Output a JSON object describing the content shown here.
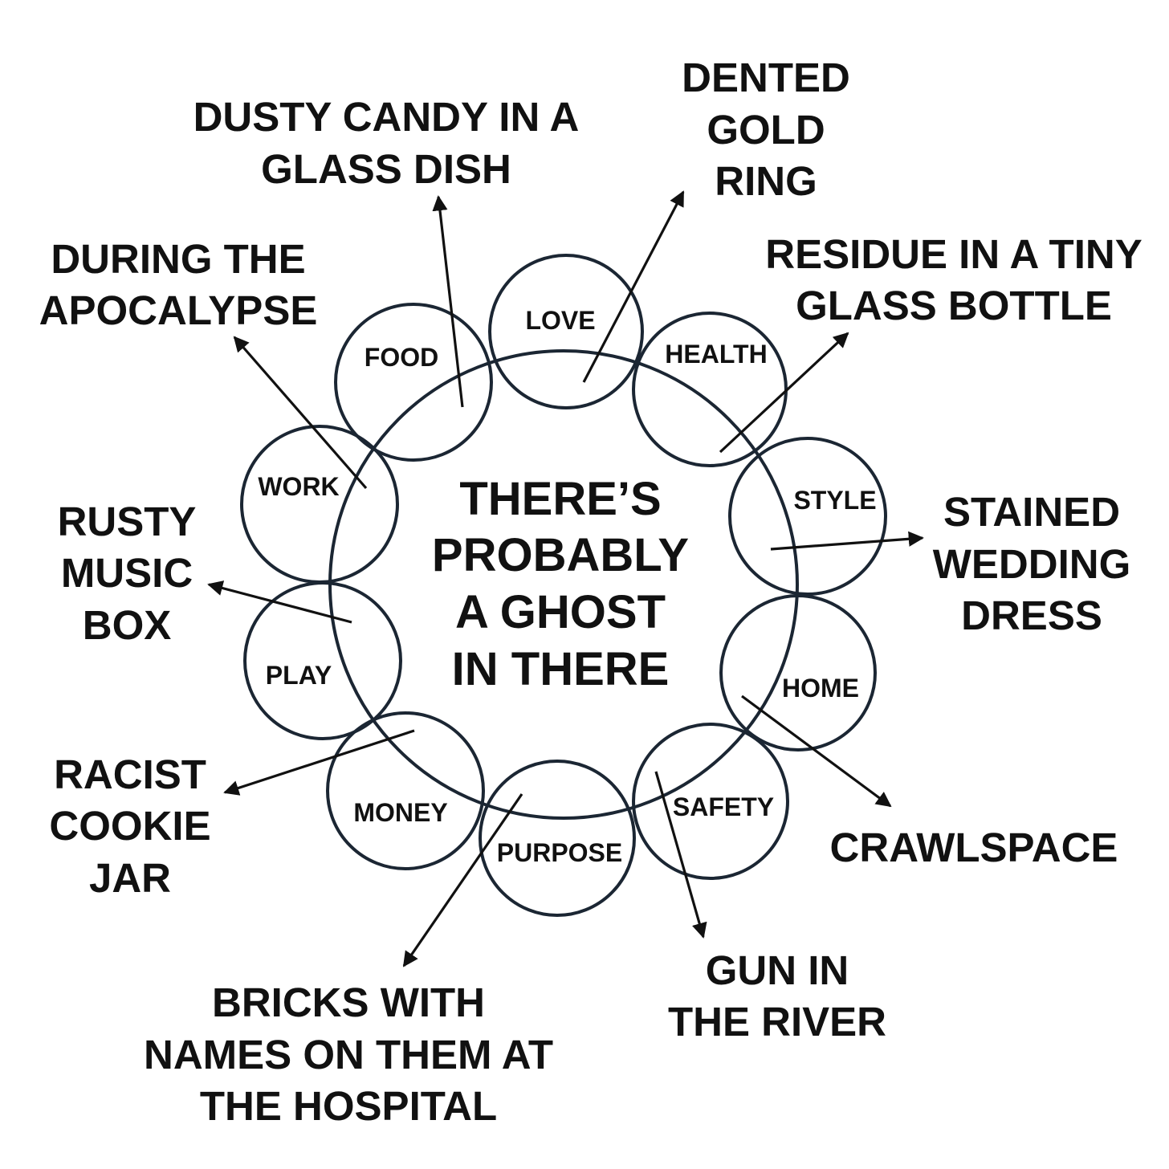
{
  "center_text": [
    "THERE’S",
    "PROBABLY",
    "A GHOST",
    "IN THERE"
  ],
  "circles": [
    "LOVE",
    "HEALTH",
    "STYLE",
    "HOME",
    "SAFETY",
    "PURPOSE",
    "MONEY",
    "PLAY",
    "WORK",
    "FOOD"
  ],
  "annotations": [
    [
      "DENTED",
      "GOLD",
      "RING"
    ],
    [
      "RESIDUE IN A TINY",
      "GLASS BOTTLE"
    ],
    [
      "STAINED",
      "WEDDING",
      "DRESS"
    ],
    [
      "CRAWLSPACE"
    ],
    [
      "GUN IN",
      "THE RIVER"
    ],
    [
      "BRICKS WITH",
      "NAMES ON THEM AT",
      "THE HOSPITAL"
    ],
    [
      "RACIST",
      "COOKIE",
      "JAR"
    ],
    [
      "RUSTY",
      "MUSIC",
      "BOX"
    ],
    [
      "DURING THE",
      "APOCALYPSE"
    ],
    [
      "DUSTY CANDY IN A",
      "GLASS DISH"
    ]
  ],
  "colors": {
    "circle_stroke": "#1b2633",
    "text": "#111111",
    "background": "#ffffff"
  }
}
